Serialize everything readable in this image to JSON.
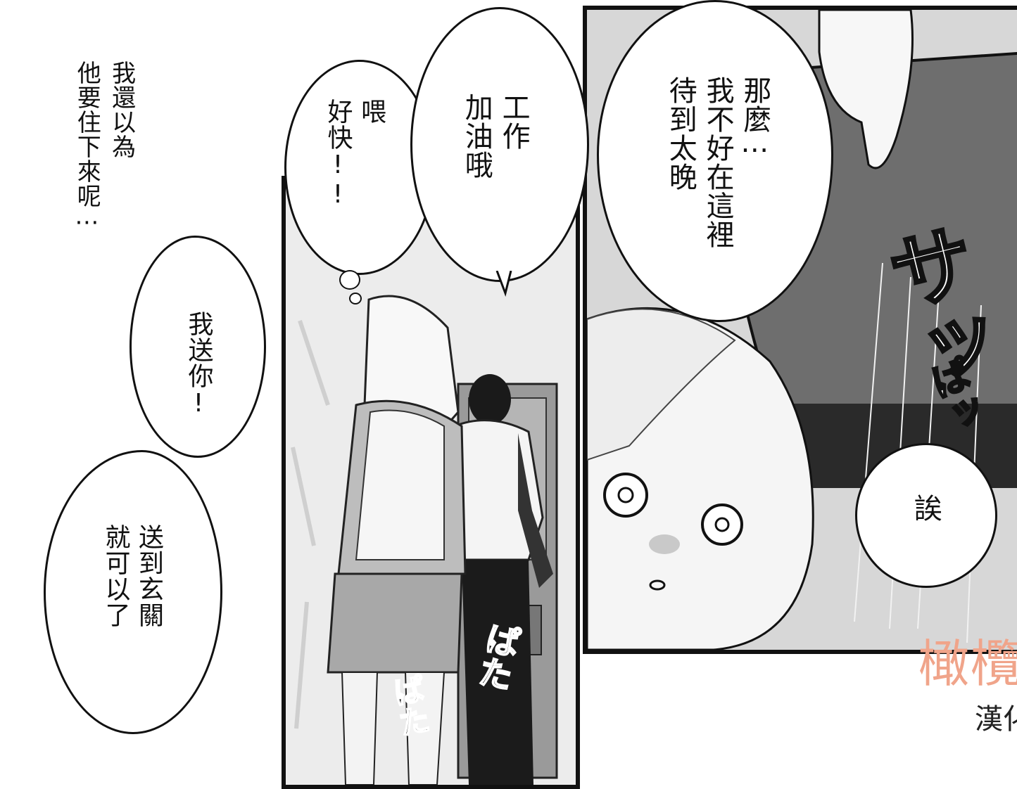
{
  "narration": "我還以為\n他要住下來呢⋯",
  "bubbles": {
    "offer": "我送你!",
    "entrance": "送到玄關\n就可以了",
    "thought": "喂\n好快!!",
    "work": "工作\n加油哦",
    "late": "那麼⋯\n我不好在這裡\n待到太晚",
    "eh": "誒"
  },
  "sfx": {
    "steps_a": "ぱた",
    "steps_b": "ぱた",
    "grab": "サッ",
    "pop": "ぱッ"
  },
  "watermark": {
    "title": "橄欖",
    "sub": "漢化"
  }
}
